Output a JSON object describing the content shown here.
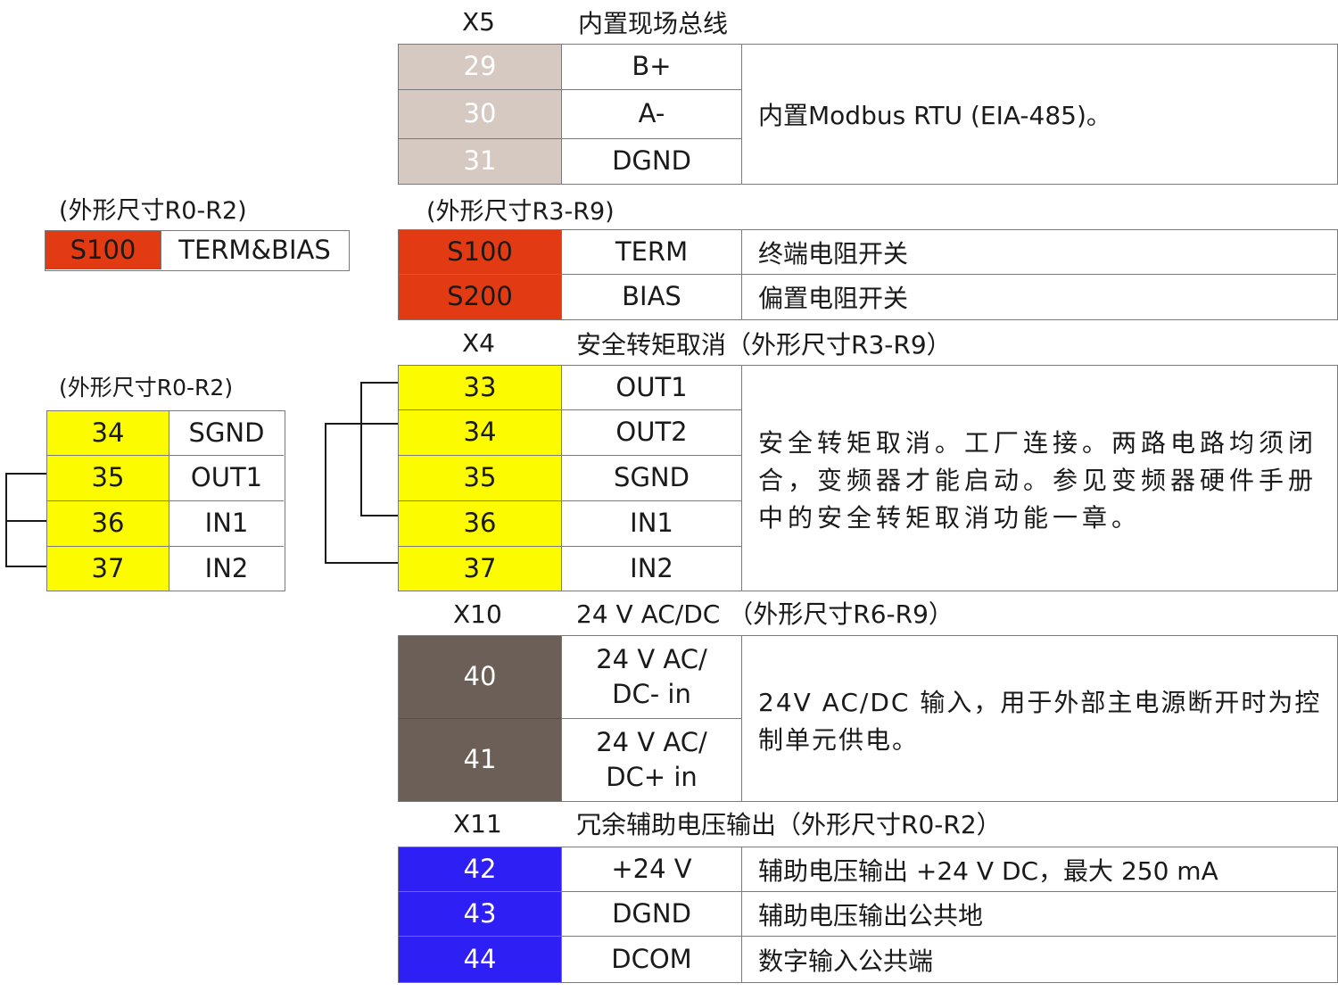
{
  "colors": {
    "taupe": "#d6c9c1",
    "red": "#e23a12",
    "yellow": "#fdfb00",
    "grey": "#6b5f57",
    "blue": "#2e1ff5"
  },
  "x5": {
    "tag": "X5",
    "title": "内置现场总线",
    "rows": [
      {
        "num": "29",
        "label": "B+"
      },
      {
        "num": "30",
        "label": "A-"
      },
      {
        "num": "31",
        "label": "DGND"
      }
    ],
    "desc": "内置Modbus RTU (EIA-485)。"
  },
  "left_switch": {
    "caption": "(外形尺寸R0-R2)",
    "num": "S100",
    "label": "TERM&BIAS"
  },
  "switches": {
    "caption": "(外形尺寸R3-R9)",
    "rows": [
      {
        "num": "S100",
        "label": "TERM",
        "desc": "终端电阻开关"
      },
      {
        "num": "S200",
        "label": "BIAS",
        "desc": "偏置电阻开关"
      }
    ]
  },
  "x4": {
    "tag": "X4",
    "title": "安全转矩取消（外形尺寸R3-R9）",
    "rows": [
      {
        "num": "33",
        "label": "OUT1"
      },
      {
        "num": "34",
        "label": "OUT2"
      },
      {
        "num": "35",
        "label": "SGND"
      },
      {
        "num": "36",
        "label": "IN1"
      },
      {
        "num": "37",
        "label": "IN2"
      }
    ],
    "desc": "安全转矩取消。工厂连接。两路电路均须闭合，变频器才能启动。参见变频器硬件手册中的安全转矩取消功能一章。"
  },
  "left_sto": {
    "caption": "(外形尺寸R0-R2)",
    "rows": [
      {
        "num": "34",
        "label": "SGND"
      },
      {
        "num": "35",
        "label": "OUT1"
      },
      {
        "num": "36",
        "label": "IN1"
      },
      {
        "num": "37",
        "label": "IN2"
      }
    ]
  },
  "x10": {
    "tag": "X10",
    "title": "24 V AC/DC （外形尺寸R6-R9）",
    "rows": [
      {
        "num": "40",
        "label": "24 V AC/ DC- in"
      },
      {
        "num": "41",
        "label": "24 V AC/ DC+ in"
      }
    ],
    "desc": "24V AC/DC 输入，用于外部主电源断开时为控制单元供电。"
  },
  "x11": {
    "tag": "X11",
    "title": "冗余辅助电压输出（外形尺寸R0-R2）",
    "rows": [
      {
        "num": "42",
        "label": "+24 V",
        "desc": "辅助电压输出 +24 V DC，最大 250 mA"
      },
      {
        "num": "43",
        "label": "DGND",
        "desc": "辅助电压输出公共地"
      },
      {
        "num": "44",
        "label": "DCOM",
        "desc": "数字输入公共端"
      }
    ]
  }
}
